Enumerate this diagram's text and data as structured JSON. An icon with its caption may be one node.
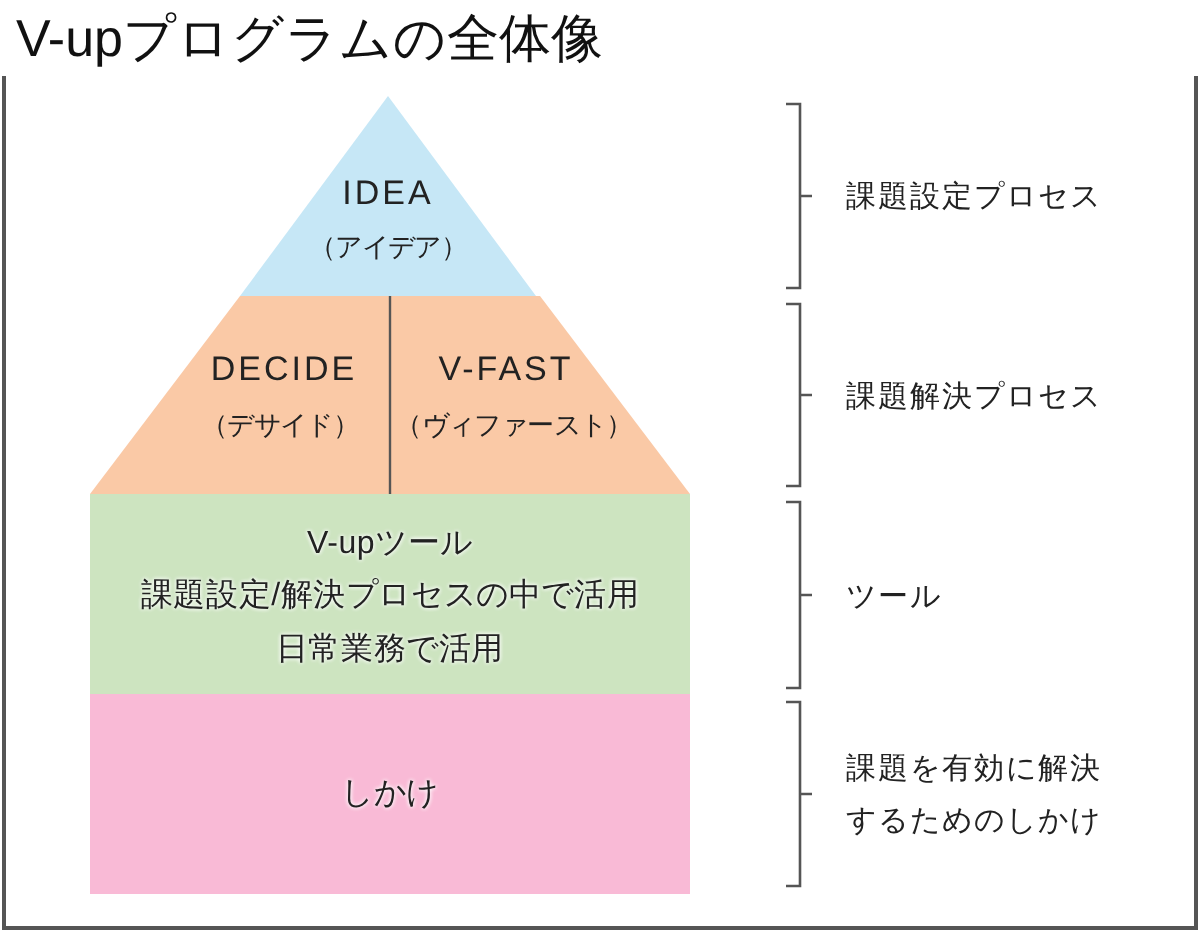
{
  "diagram": {
    "title": "V-upプログラムの全体像",
    "nodes": [
      {
        "text": [
          "IDEA",
          "（アイデア）"
        ]
      },
      {
        "text": [
          "DECIDE",
          "（デサイド）"
        ]
      },
      {
        "text": [
          "V-FAST",
          "（ヴィファースト）"
        ]
      },
      {
        "text": [
          "V-upツール",
          "課題設定/解決プロセスの中で活用",
          "日常業務で活用"
        ]
      },
      {
        "text": [
          "しかけ"
        ]
      }
    ],
    "labels": [
      "課題設定プロセス",
      "課題解決プロセス",
      "ツール",
      "課題を有効に解決するためのしかけ"
    ]
  }
}
